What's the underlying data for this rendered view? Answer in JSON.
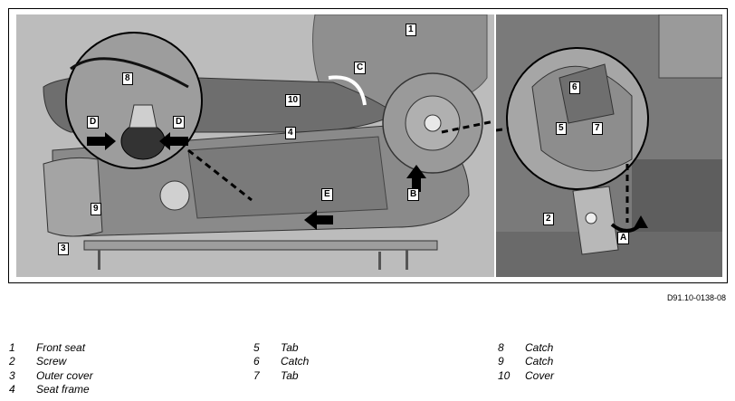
{
  "figure_code": "D91.10-0138-08",
  "callouts": {
    "c1": "1",
    "c2": "2",
    "c3": "3",
    "c4": "4",
    "c5": "5",
    "c6": "6",
    "c7": "7",
    "c8": "8",
    "c9": "9",
    "c10": "10",
    "cA": "A",
    "cB": "B",
    "cC": "C",
    "cD1": "D",
    "cD2": "D",
    "cE": "E"
  },
  "legend": [
    [
      {
        "num": "1",
        "label": "Front seat"
      },
      {
        "num": "2",
        "label": "Screw"
      },
      {
        "num": "3",
        "label": "Outer cover"
      },
      {
        "num": "4",
        "label": "Seat frame"
      }
    ],
    [
      {
        "num": "5",
        "label": "Tab"
      },
      {
        "num": "6",
        "label": "Catch"
      },
      {
        "num": "7",
        "label": "Tab"
      }
    ],
    [
      {
        "num": "8",
        "label": "Catch"
      },
      {
        "num": "9",
        "label": "Catch"
      },
      {
        "num": "10",
        "label": "Cover"
      }
    ]
  ]
}
